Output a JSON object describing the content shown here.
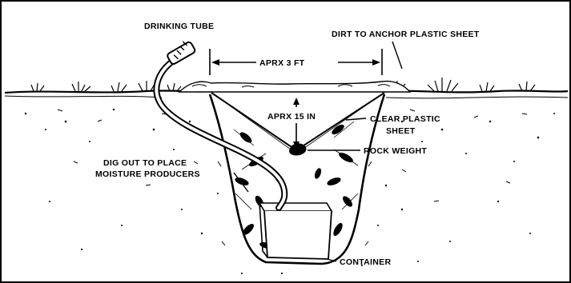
{
  "labels": {
    "drinking_tube": "DRINKING TUBE",
    "dirt_anchor": "DIRT TO ANCHOR PLASTIC SHEET",
    "width": "APRX 3 FT",
    "depth": "APRX 15 IN",
    "plastic_line1": "CLEAR PLASTIC",
    "plastic_line2": "SHEET",
    "rock_weight": "ROCK WEIGHT",
    "dig_line1": "DIG OUT TO PLACE",
    "dig_line2": "MOISTURE PRODUCERS",
    "container": "CONTAINER"
  }
}
